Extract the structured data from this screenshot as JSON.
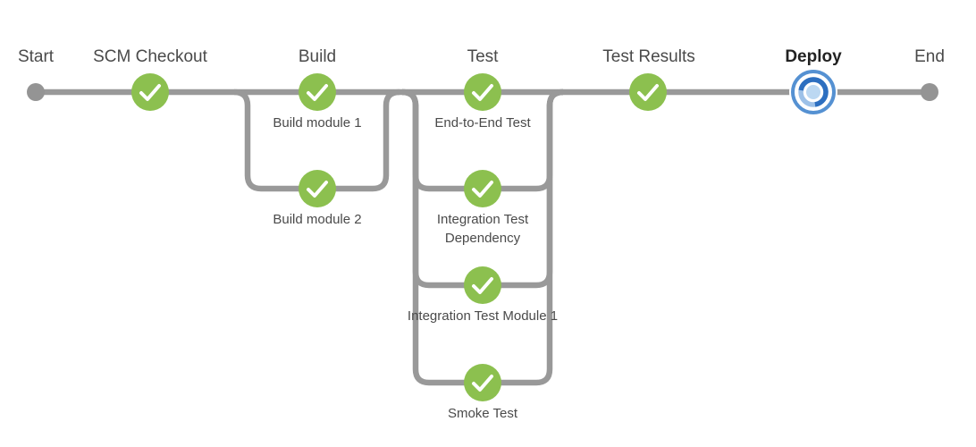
{
  "pipeline": {
    "stages": [
      {
        "label": "Start",
        "status": "terminal"
      },
      {
        "label": "SCM Checkout",
        "status": "success"
      },
      {
        "label": "Build",
        "status": "success",
        "branches": [
          {
            "label": "Build module 1",
            "status": "success"
          },
          {
            "label": "Build module 2",
            "status": "success"
          }
        ]
      },
      {
        "label": "Test",
        "status": "success",
        "branches": [
          {
            "label": "End-to-End Test",
            "status": "success"
          },
          {
            "label": "Integration Test Dependency",
            "status": "success"
          },
          {
            "label": "Integration Test Module 1",
            "status": "success"
          },
          {
            "label": "Smoke Test",
            "status": "success"
          }
        ]
      },
      {
        "label": "Test Results",
        "status": "success"
      },
      {
        "label": "Deploy",
        "status": "running"
      },
      {
        "label": "End",
        "status": "terminal"
      }
    ],
    "colors": {
      "success_green": "#8cc04f",
      "line_gray": "#999999",
      "terminal_gray": "#949494",
      "running_blue_outer": "#5591d2",
      "running_blue_arc": "#2d6fc0",
      "running_blue_light": "#9dc1e8",
      "running_blue_center": "#bcd8f2",
      "label_text": "#4a4a4a",
      "active_label_text": "#222222"
    }
  }
}
